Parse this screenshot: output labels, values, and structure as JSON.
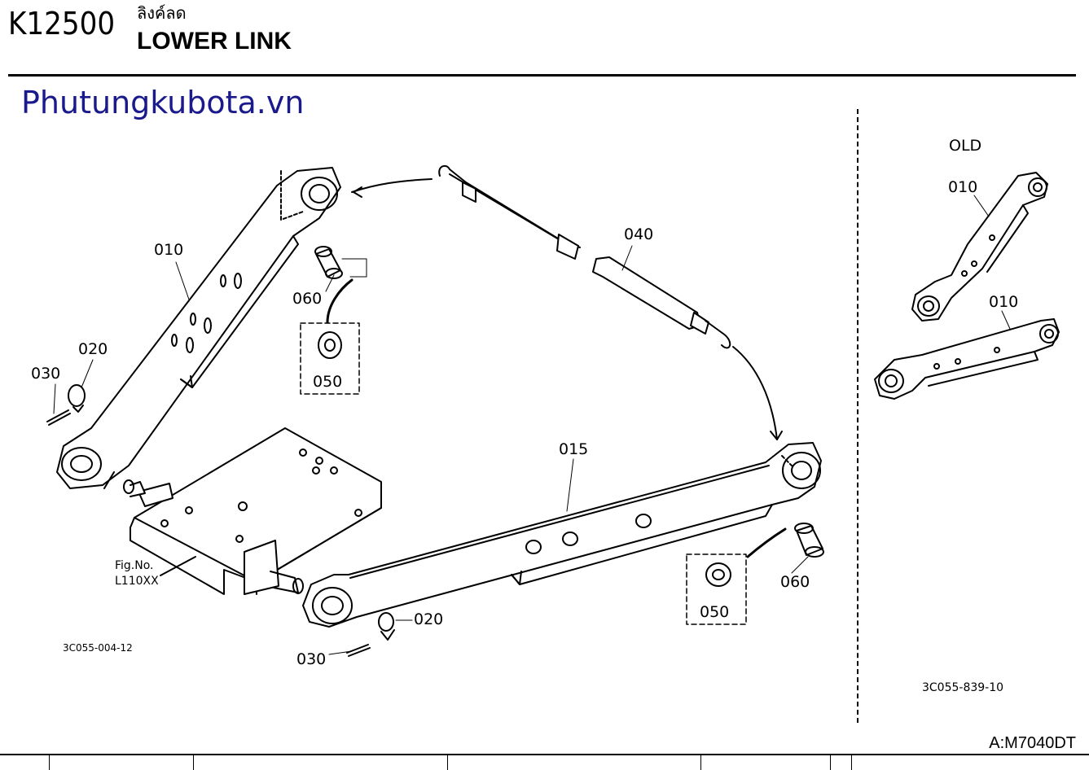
{
  "header": {
    "code": "K12500",
    "title_thai": "ลิงค์ลด",
    "title_en": "LOWER LINK"
  },
  "watermark": "Phutungkubota.vn",
  "old_section": {
    "heading": "OLD",
    "labels": [
      "010",
      "010"
    ],
    "figure_code": "3C055-839-10"
  },
  "main_section": {
    "parts": {
      "p010": "010",
      "p015": "015",
      "p020a": "020",
      "p020b": "020",
      "p030a": "030",
      "p030b": "030",
      "p040": "040",
      "p050a": "050",
      "p050b": "050",
      "p060a": "060",
      "p060b": "060"
    },
    "fig_ref_line1": "Fig.No.",
    "fig_ref_line2": "L110XX",
    "figure_code": "3C055-004-12"
  },
  "footer": {
    "sheet": "A:M7040DT"
  }
}
